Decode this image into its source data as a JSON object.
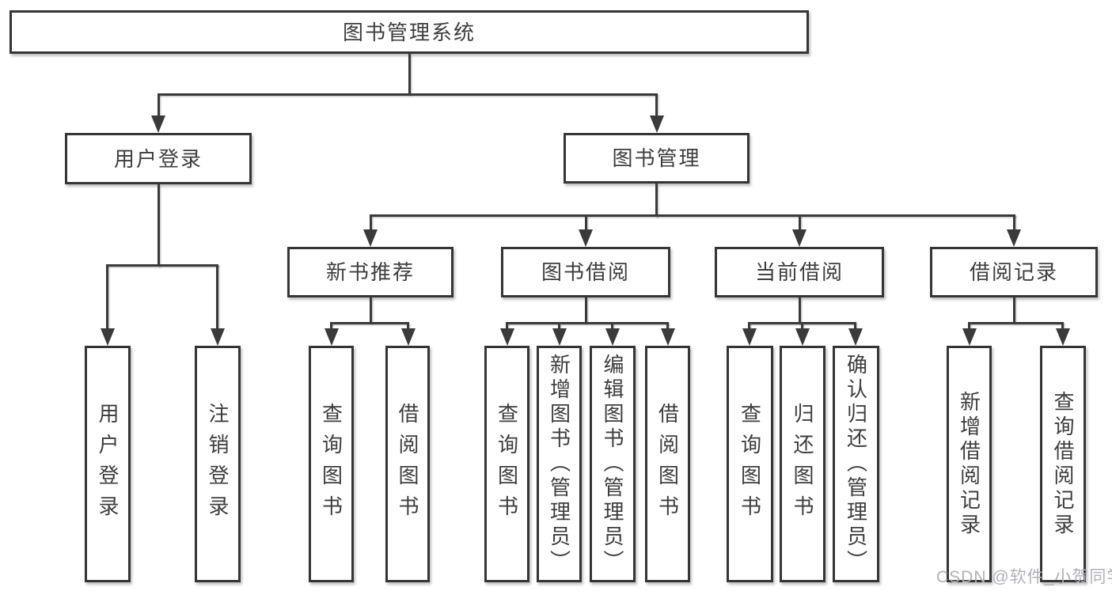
{
  "chart": {
    "type": "hierarchy-diagram",
    "root": {
      "label": "图书管理系统"
    },
    "children": [
      {
        "label": "用户登录",
        "children": [
          {
            "label": "用户登录"
          },
          {
            "label": "注销登录"
          }
        ]
      },
      {
        "label": "图书管理",
        "children": [
          {
            "label": "新书推荐",
            "children": [
              {
                "label": "查询图书"
              },
              {
                "label": "借阅图书"
              }
            ]
          },
          {
            "label": "图书借阅",
            "children": [
              {
                "label": "查询图书"
              },
              {
                "label": "新增图书（管理员）"
              },
              {
                "label": "编辑图书（管理员）"
              },
              {
                "label": "借阅图书"
              }
            ]
          },
          {
            "label": "当前借阅",
            "children": [
              {
                "label": "查询图书"
              },
              {
                "label": "归还图书"
              },
              {
                "label": "确认归还（管理员）"
              }
            ]
          },
          {
            "label": "借阅记录",
            "children": [
              {
                "label": "新增借阅记录"
              },
              {
                "label": "查询借阅记录"
              }
            ]
          }
        ]
      }
    ],
    "line_color": "#3a3a3a",
    "box_fill": "#ffffff",
    "text_color": "#3d3d3d"
  },
  "watermark": {
    "text": "CSDN @软件_小贺同学",
    "color": "#b0b0ba"
  }
}
